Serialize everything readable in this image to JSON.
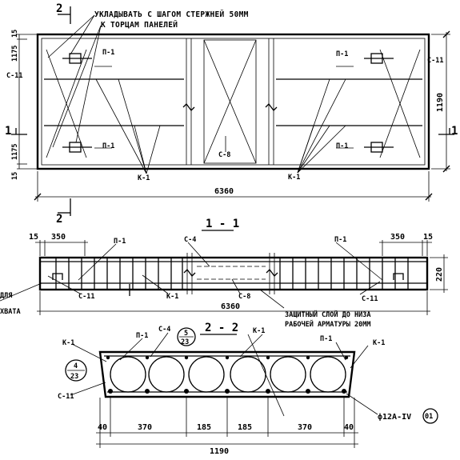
{
  "notes": {
    "note_line1": "УКЛАДЫВАТЬ С ШАГОМ СТЕРЖНЕЙ 50ММ",
    "note_line2": "К ТОРЦАМ ПАНЕЛЕЙ",
    "cover_line1": "ЗАЩИТНЫЙ СЛОЙ ДО НИЗА",
    "cover_line2": "РАБОЧЕЙ АРМАТУРЫ 20ММ",
    "left_partial_1": "ДЛЯ",
    "left_partial_2": "ХВАТА"
  },
  "section_marks": {
    "mark_2": "2",
    "mark_1": "1",
    "title_1_1": "1 - 1",
    "title_2_2": "2 - 2"
  },
  "labels": {
    "p1": "П-1",
    "s11": "С-11",
    "s8": "С-8",
    "k1": "К-1",
    "s4": "С-4"
  },
  "dimensions": {
    "top_total": "6360",
    "top_right_height": "1190",
    "top_left_15a": "15",
    "top_left_1175a": "1175",
    "top_left_1175b": "1175",
    "top_left_15b": "15",
    "sec_15_left": "15",
    "sec_350_left": "350",
    "sec_350_right": "350",
    "sec_15_right": "15",
    "sec_height": "220",
    "sec_total": "6360",
    "cs_40_left": "40",
    "cs_370_left": "370",
    "cs_185_a": "185",
    "cs_185_b": "185",
    "cs_370_right": "370",
    "cs_40_right": "40",
    "cs_total": "1190"
  },
  "references": {
    "ref5_top": "5",
    "ref5_bottom": "23",
    "ref4_top": "4",
    "ref4_bottom": "23",
    "rebar": "ф12А-IV",
    "rebar_id": "01"
  }
}
